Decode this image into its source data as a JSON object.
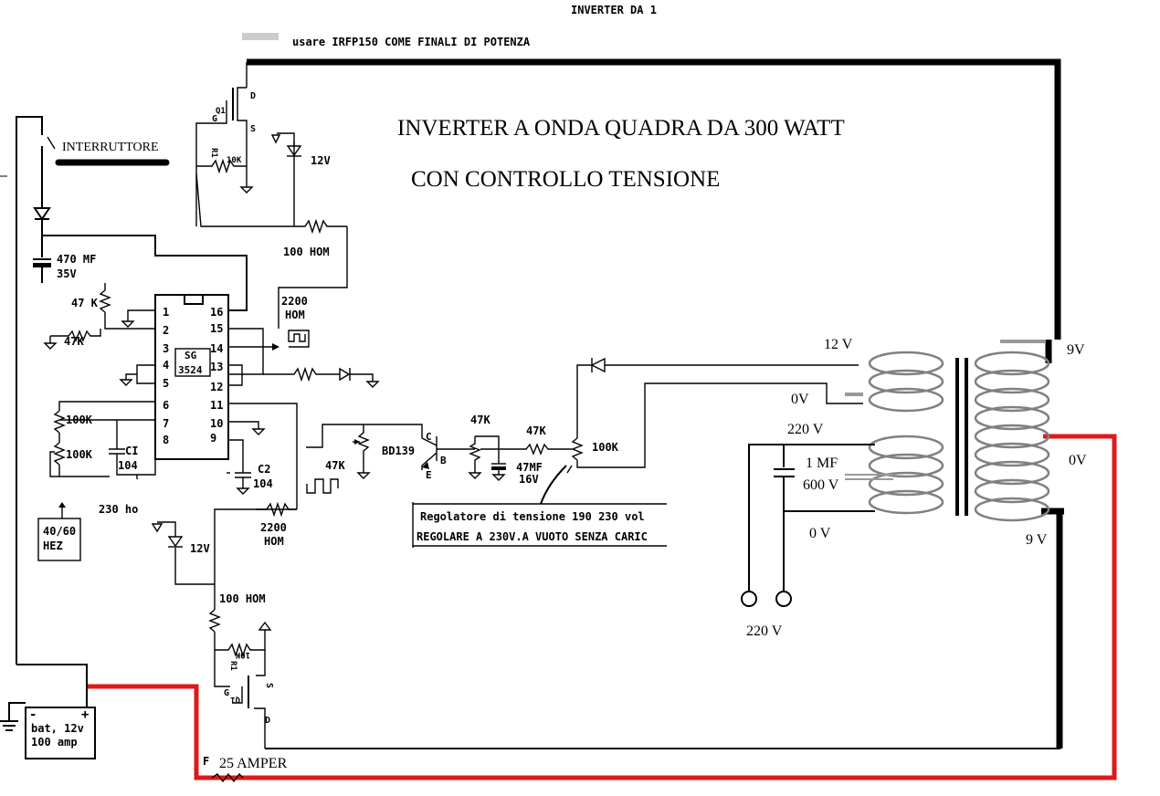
{
  "header": {
    "top_label": "INVERTER DA 1",
    "note": "usare IRFP150 COME FINALI DI POTENZA",
    "title_line1": "INVERTER A ONDA QUADRA DA 300 WATT",
    "title_line2": "CON CONTROLLO TENSIONE"
  },
  "labels": {
    "switch": "INTERRUTTORE",
    "cap_470": "470 MF",
    "cap_470_v": "35V",
    "r_47k_a": "47 K",
    "r_47k_b": "47K",
    "r_100k_a": "100K",
    "r_100k_b": "100K",
    "ci": "CI",
    "ci_val": "104",
    "c2": "C2",
    "c2_val": "104",
    "freq_note": "230 ho",
    "freq_box_l1": "40/60",
    "freq_box_l2": "HEZ",
    "ic_name_l1": "SG",
    "ic_name_l2": "3524",
    "pins_left": [
      "1",
      "2",
      "3",
      "4",
      "5",
      "6",
      "7",
      "8"
    ],
    "pins_right": [
      "16",
      "15",
      "14",
      "13",
      "12",
      "11",
      "10",
      "9"
    ],
    "r_100hom_top": "100 HOM",
    "r_2200_top_l1": "2200",
    "r_2200_top_l2": "HOM",
    "r_2200_bot_l1": "2200",
    "r_2200_bot_l2": "HOM",
    "r_100hom_bot": "100 HOM",
    "zener_top": "12V",
    "zener_bot": "12V",
    "q1_top": "Q1",
    "q1_bot": "Q1",
    "r1_top": "R1",
    "r1_bot": "R1",
    "r10k_top": "10K",
    "r10k_bot": "10K",
    "pin_d": "D",
    "pin_s": "S",
    "pin_g": "G",
    "r_47k_c": "47K",
    "bd139": "BD139",
    "pin_c": "C",
    "pin_b": "B",
    "pin_e": "E",
    "r_47k_d": "47K",
    "r_47k_e": "47K",
    "cap_47mf": "47MF",
    "cap_47mf_v": "16V",
    "pot_100k": "100K",
    "reg_line1": "Regolatore di tensione  190 230 vol",
    "reg_line2": "REGOLARE A 230V.A VUOTO SENZA CARIC",
    "sec_12v": "12 V",
    "sec_0v": "0V",
    "pri_220v": "220 V",
    "cap_1mf": "1 MF",
    "cap_600v": "600 V",
    "pri_0v": "0 V",
    "out_220v": "220 V",
    "tr_9v_top": "9V",
    "tr_0v": "0V",
    "tr_9v_bot": "9 V",
    "fuse": "F",
    "fuse_rating": "25 AMPER",
    "battery_l1": "bat, 12v",
    "battery_l2": "100 amp",
    "batt_minus": "-",
    "batt_plus": "+"
  },
  "colors": {
    "wire": "#000000",
    "power_positive": "#e01818",
    "coil": "#808080"
  }
}
